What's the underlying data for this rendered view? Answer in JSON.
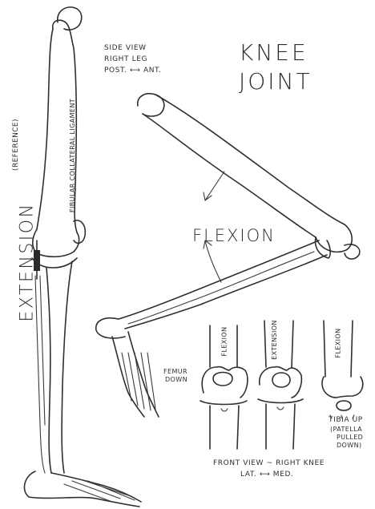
{
  "title": {
    "line1": "KNEE",
    "line2": "JOINT"
  },
  "side_view": {
    "line1": "SIDE VIEW",
    "line2": "RIGHT LEG",
    "line3": "POST. ⟷ ANT."
  },
  "labels": {
    "extension_reference": "EXTENSION",
    "reference": "(REFERENCE)",
    "ligament": "FIBULAR COLLATERAL LIGAMENT",
    "flexion_main": "FLEXION",
    "femur_down_1": "FEMUR",
    "femur_down_2": "DOWN",
    "flexion_knee1": "FLEXION",
    "extension_knee2": "EXTENSION",
    "flexion_knee3": "FLEXION",
    "tibia_up_1": "TIBIA UP",
    "tibia_up_2": "(PATELLA",
    "tibia_up_3": "PULLED",
    "tibia_up_4": "DOWN)"
  },
  "front_view": {
    "line1": "FRONT VIEW ~ RIGHT KNEE",
    "line2": "LAT. ⟷ MED."
  }
}
